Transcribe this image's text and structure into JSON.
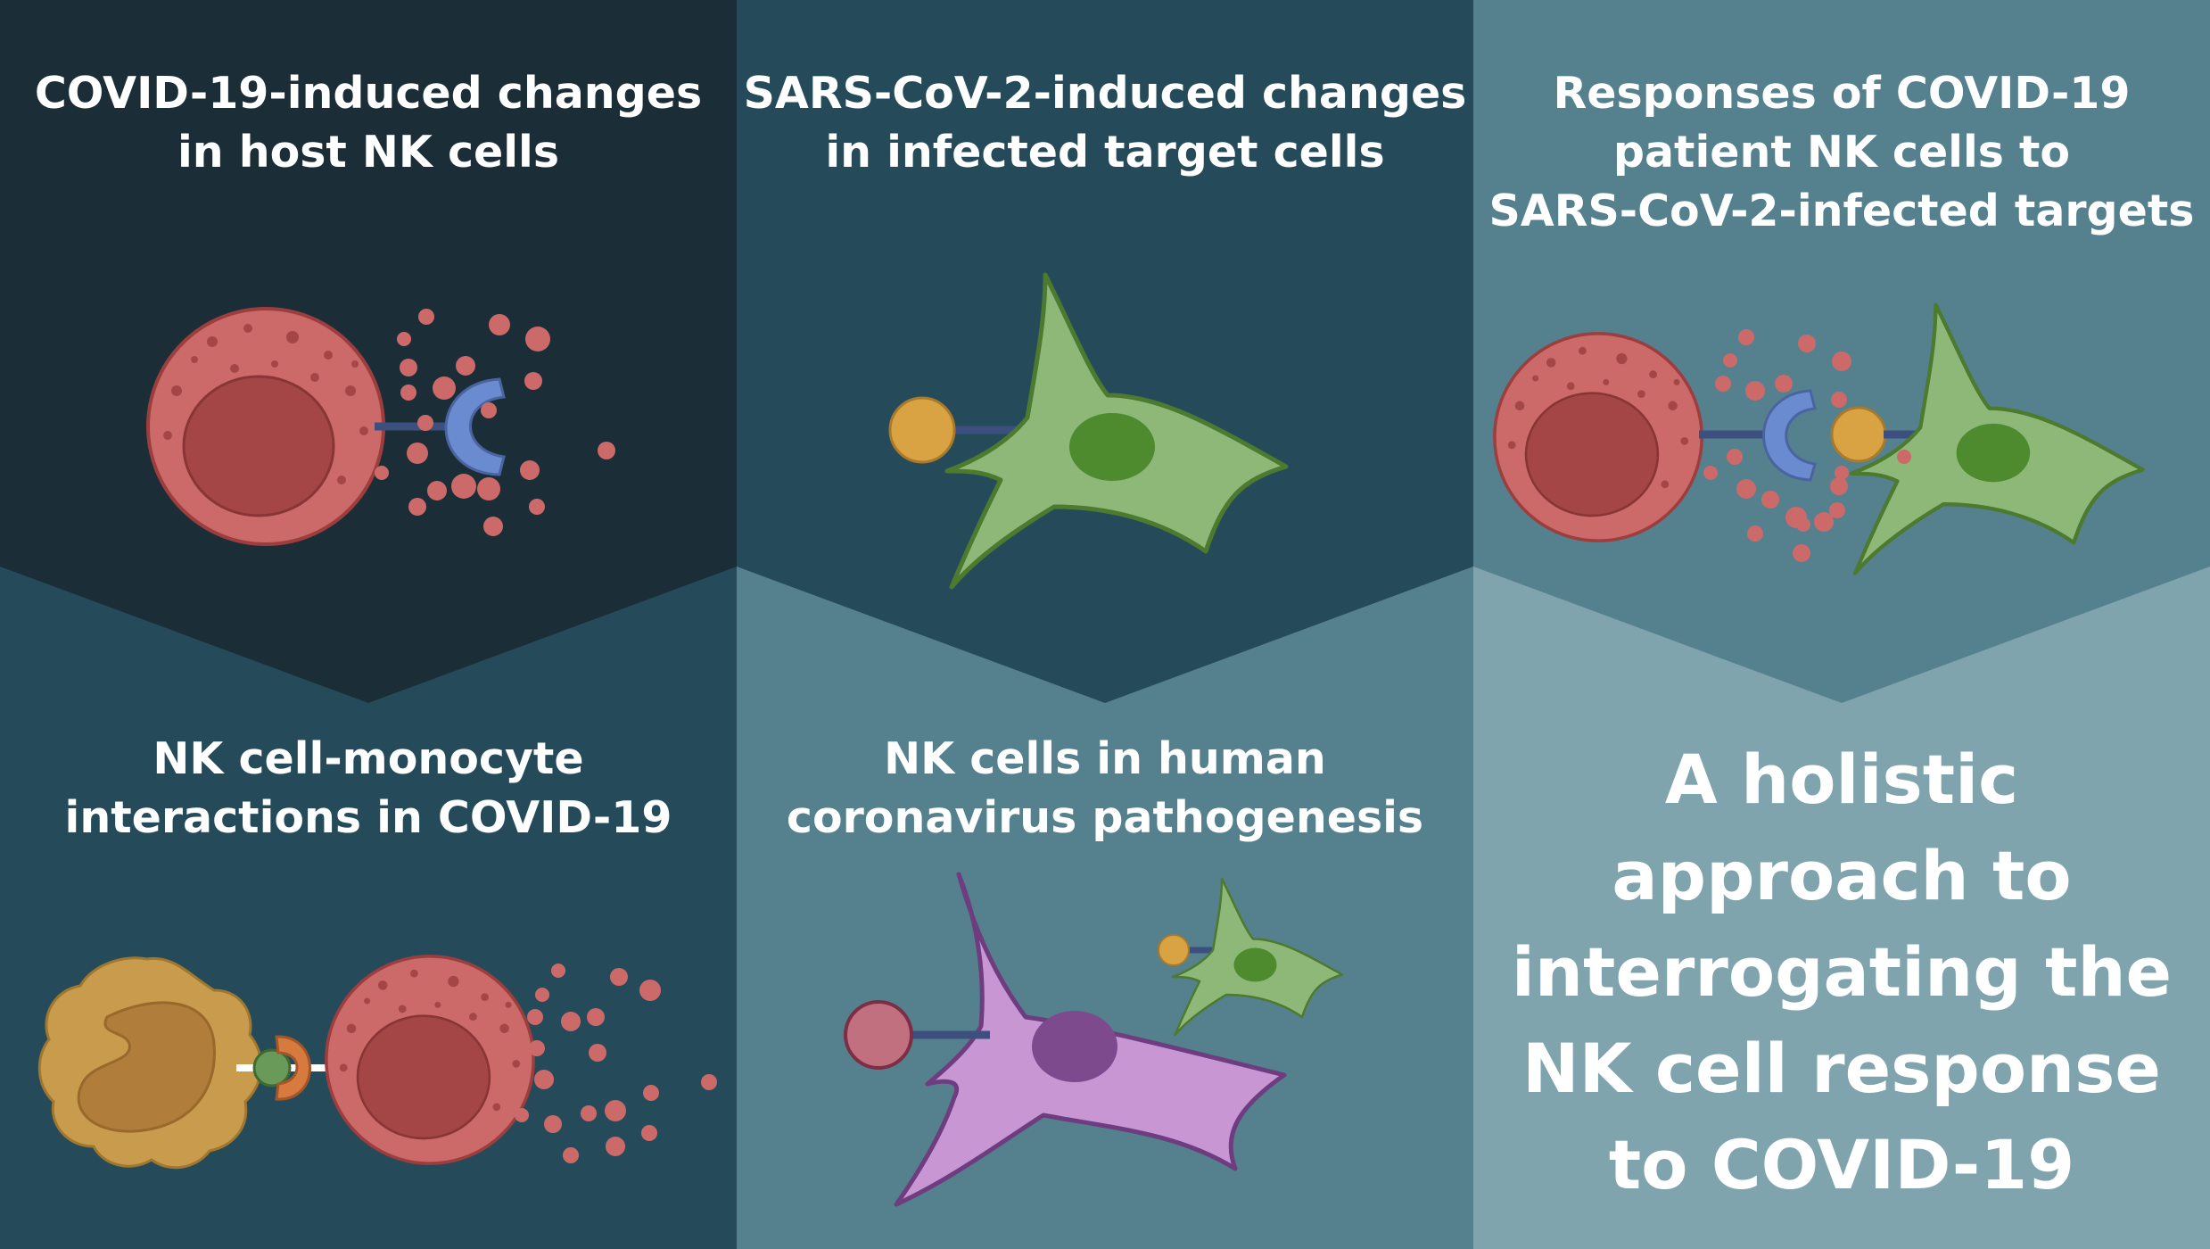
{
  "panels": {
    "p1": {
      "line1": "COVID-19-induced changes",
      "line2": "in host NK cells"
    },
    "p2": {
      "line1": "SARS-CoV-2-induced changes",
      "line2": "in infected target cells"
    },
    "p3": {
      "line1": "Responses of COVID-19",
      "line2": "patient NK cells to",
      "line3": "SARS-CoV-2-infected targets"
    },
    "p4": {
      "line1": "NK cell-monocyte",
      "line2": "interactions in COVID-19"
    },
    "p5": {
      "line1": "NK cells in human",
      "line2": "coronavirus pathogenesis"
    }
  },
  "headline": {
    "line1": "A holistic",
    "line2": "approach to",
    "line3": "interrogating the",
    "line4": "NK cell response",
    "line5": "to COVID-19"
  },
  "colors": {
    "bg_dark": "#1b2d37",
    "bg_mid": "#254b5a",
    "bg_light": "#55808d",
    "bg_lightest": "#7fa4ae",
    "nk_cell": "#cc6a6a",
    "nk_nucleus": "#a54646",
    "receptor": "#6b8bd0",
    "virus_ligand": "#d9a344",
    "infected_cell": "#8db878",
    "infected_nucleus": "#4e8a2e",
    "monocyte": "#c99b4c",
    "human_cell": "#c796d3",
    "human_nucleus": "#7e4a8e"
  },
  "icons": [
    "nk-cell-icon",
    "receptor-icon",
    "cytokine-dots-icon",
    "infected-cell-icon",
    "viral-ligand-icon",
    "monocyte-icon",
    "human-cell-icon"
  ]
}
